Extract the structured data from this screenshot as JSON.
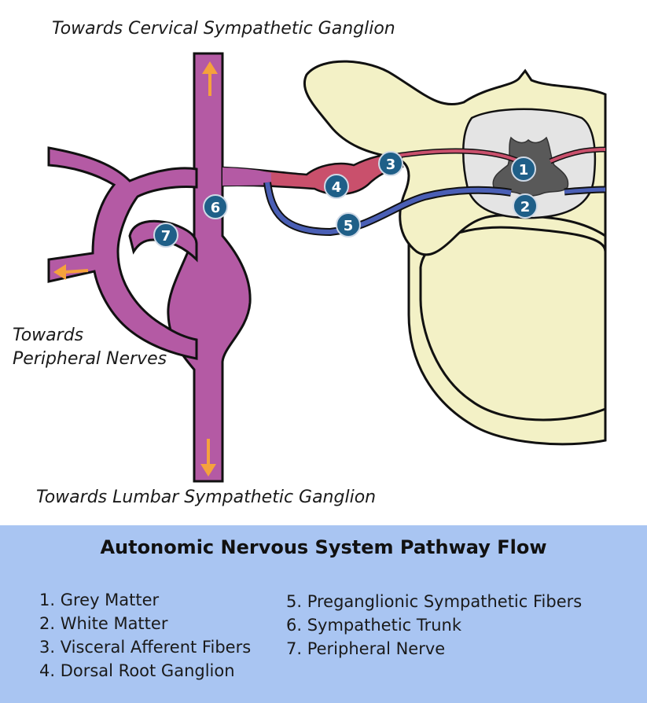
{
  "labels": {
    "top": "Towards Cervical Sympathetic Ganglion",
    "peripheral_line1": "Towards",
    "peripheral_line2": "Peripheral Nerves",
    "bottom": "Towards Lumbar Sympathetic Ganglion"
  },
  "markers": [
    "1",
    "2",
    "3",
    "4",
    "5",
    "6",
    "7"
  ],
  "legend": {
    "title": "Autonomic Nervous System Pathway Flow",
    "items": [
      "1. Grey Matter",
      "2. White Matter",
      "3. Visceral Afferent Fibers",
      "4. Dorsal Root Ganglion",
      "5. Preganglionic Sympathetic Fibers",
      "6. Sympathetic Trunk",
      "7. Peripheral Nerve"
    ]
  },
  "colors": {
    "nerve": "#b45aa4",
    "bone": "#f3f1c6",
    "afferent": "#c9506c",
    "preganglionic": "#4a5fb5",
    "marker": "#1f5f88",
    "arrow": "#f5a23c",
    "legend_bg": "#a9c5f2"
  }
}
